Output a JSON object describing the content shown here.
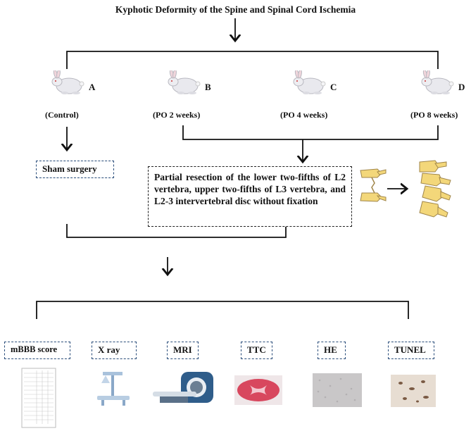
{
  "title": "Kyphotic Deformity of the Spine and Spinal Cord Ischemia",
  "groups": [
    {
      "letter": "A",
      "label": "(Control)"
    },
    {
      "letter": "B",
      "label": "(PO 2 weeks)"
    },
    {
      "letter": "C",
      "label": "(PO 4 weeks)"
    },
    {
      "letter": "D",
      "label": "(PO 8 weeks)"
    }
  ],
  "sham_box": "Sham surgery",
  "procedure_box": "Partial resection of the lower two-fifths of L2 vertebra, upper two-fifths of L3 vertebra, and L2-3 intervertebral disc without fixation",
  "assessments": [
    "mBBB score",
    "X ray",
    "MRI",
    "TTC",
    "HE",
    "TUNEL"
  ],
  "icons": {
    "group_icon": "rabbit-icon",
    "procedure_before": "spine-resected-icon",
    "procedure_after": "spine-kyphosis-icon",
    "thumbnails": [
      "score-sheet-icon",
      "x-ray-machine-icon",
      "mri-scanner-icon",
      "ttc-stained-spinal-cord-icon",
      "he-stain-micrograph-icon",
      "tunel-stain-micrograph-icon"
    ]
  },
  "colors": {
    "box_border_blue": "#2a4d7a",
    "bone": "#f3d77a",
    "ttc_red": "#d8475e"
  }
}
